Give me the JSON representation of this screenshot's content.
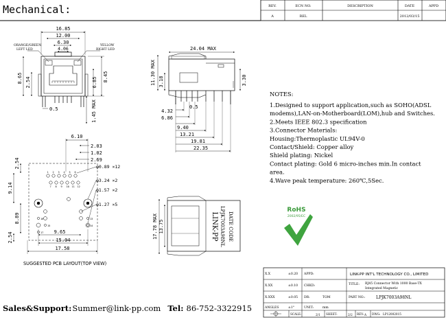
{
  "header": {
    "title": "Mechanical:",
    "rev_table": {
      "cols": [
        "REV.",
        "ECN NO.",
        "DESCRIPTION",
        "DATE",
        "APPD"
      ],
      "row": [
        "A",
        "REL",
        "",
        "2012/03/15",
        ""
      ]
    }
  },
  "front_view": {
    "dims": [
      "16.85",
      "12.00",
      "6.30",
      "4.06",
      "8.65",
      "2.54",
      "6.85",
      "8.45",
      "0.5",
      "1.45 MAX"
    ],
    "led_left": [
      "ORANGE/GREEN",
      "LEFT LED"
    ],
    "led_right": [
      "YELLOW",
      "RIGHT LED"
    ]
  },
  "side_view": {
    "dims": [
      "24.04 MAX",
      "11.30 MAX",
      "3.18",
      "3.30",
      "0.5",
      "4.32",
      "6.86",
      "9.40",
      "13.21",
      "19.81",
      "22.35"
    ]
  },
  "pcb_layout": {
    "dims": [
      "6.10",
      "2.03",
      "1.02",
      "2.69",
      "2.54",
      "9.14",
      "8.89",
      "2.54",
      "9.65",
      "15.04",
      "17.58"
    ],
    "holes": [
      "φ0.89 ×12",
      "φ3.24 ×2",
      "φ1.57 ×2",
      "φ1.27 ×5"
    ],
    "pin_numbers": [
      "1",
      "2",
      "3",
      "4",
      "5",
      "6",
      "7",
      "8",
      "9",
      "10",
      "11",
      "12",
      "13",
      "14",
      "15",
      "16",
      "17"
    ],
    "caption": "SUGGESTED PCB LAYOUT(TOP VIEW)"
  },
  "top_view": {
    "dims": [
      "17.78 MAX",
      "13.75"
    ],
    "brand": "LINK-PP",
    "part": "LPJK7003A98NL",
    "date_code": "DATE CODE"
  },
  "notes": {
    "title": "NOTES:",
    "lines": [
      "1.Designed to support application,such as SOHO(ADSL",
      "  modems),LAN-on-Motherboard(LOM),hub and Switches.",
      "2.Meets IEEE 802.3 specification",
      "3.Connector Materials:",
      "  Housing:Thermoplastic UL94V-0",
      "  Contact/Shield: Copper alloy",
      "  Shield plating: Nickel",
      "  Contact plating: Gold 6 micro-inches min.In contact",
      "  area.",
      "4.Wave peak temperature: 260℃,5Sec."
    ]
  },
  "rohs": {
    "label": "RoHS",
    "sub": "2002/95/EC"
  },
  "title_block": {
    "tolerances": [
      {
        "label": "X.X",
        "value": "±0.20"
      },
      {
        "label": "X.XX",
        "value": "±0.10"
      },
      {
        "label": "X.XXX",
        "value": "±0.05"
      },
      {
        "label": "ANGLES",
        "value": "±1°"
      }
    ],
    "appd_label": "APPD:",
    "chkd_label": "CHKD:",
    "dr_label": "DR:",
    "dr_value": "TOM",
    "unit_label": "UNIT:",
    "unit_value": "mm",
    "scale_label": "SCALE:",
    "scale_value": "2/1",
    "sheet_label": "SHEET:",
    "sheet_value": "2/2",
    "rev_label": "REV:",
    "rev_value": "A",
    "dwg_label": "DWG:",
    "dwg_value": "LP12002015",
    "company": "LINK-PP INT'L TECHNOLOGY CO., LIMITED",
    "title_label": "TITLE:",
    "title_value1": "RJ45 Connector With 1000 Base-TX",
    "title_value2": "Integrated Magnetic",
    "part_label": "PART NO.:",
    "part_value": "LPJK7003A98NL"
  },
  "footer": {
    "label1": "Sales&Support",
    "colon1": ":",
    "email": "Summer@link-pp.com",
    "label2": "Tel",
    "colon2": ":",
    "tel": "86-752-3322915"
  }
}
